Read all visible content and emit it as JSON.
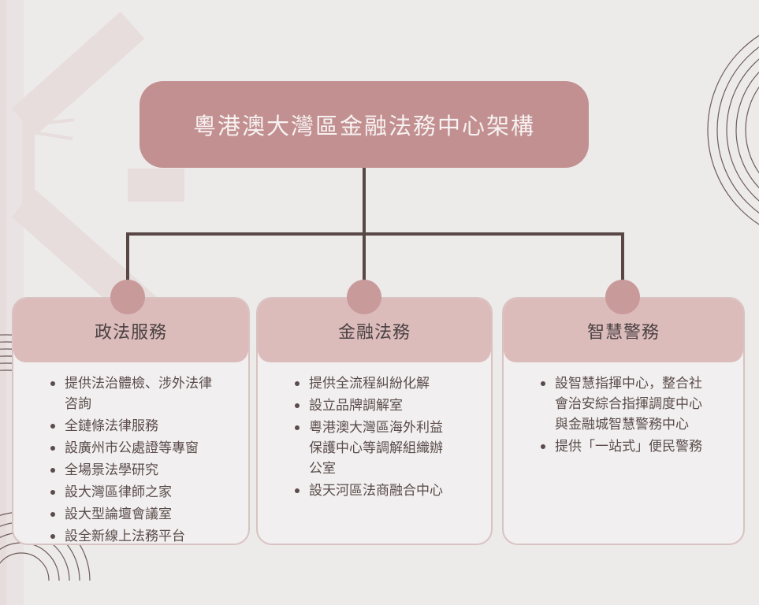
{
  "title": "粵港澳大灣區金融法務中心架構",
  "colors": {
    "background": "#edeaea",
    "title_box": "#c29091",
    "title_text": "#f7f2f1",
    "card_header": "#dcbbbb",
    "card_border": "#d9c2c2",
    "card_body": "#f1efef",
    "connector": "#594745",
    "node_circle": "#c89a9a",
    "body_text": "#5a4c4b",
    "decor_pink": "#e8dddd",
    "decor_ring": "#6d5d5a"
  },
  "branches": [
    {
      "title": "政法服務",
      "items": [
        "提供法治體檢、涉外法律咨詢",
        "全鏈條法律服務",
        "設廣州市公處證等專窗",
        "全場景法學研究",
        "設大灣區律師之家",
        "設大型論壇會議室",
        "設全新線上法務平台"
      ]
    },
    {
      "title": "金融法務",
      "items": [
        "提供全流程糾紛化解",
        "設立品牌調解室",
        "粵港澳大灣區海外利益保護中心等調解組織辦公室",
        "設天河區法商融合中心"
      ]
    },
    {
      "title": "智慧警務",
      "items": [
        "設智慧指揮中心，整合社會治安綜合指揮調度中心與金融城智慧警務中心",
        "提供「一站式」便民警務"
      ]
    }
  ]
}
